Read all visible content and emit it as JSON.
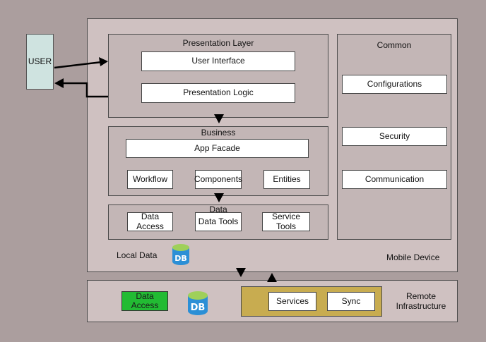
{
  "user": {
    "label": "USER"
  },
  "mobile_device": {
    "label": "Mobile Device",
    "local_data_label": "Local Data",
    "db_label": "DB",
    "presentation": {
      "title": "Presentation Layer",
      "user_interface": "User Interface",
      "presentation_logic": "Presentation Logic"
    },
    "business": {
      "title": "Business",
      "app_facade": "App Facade",
      "workflow": "Workflow",
      "components": "Components",
      "entities": "Entities"
    },
    "data": {
      "title": "Data",
      "data_access": "Data\nAccess",
      "data_tools": "Data Tools",
      "service_tools": "Service\nTools"
    },
    "common": {
      "title": "Common",
      "configurations": "Configurations",
      "security": "Security",
      "communication": "Communication"
    }
  },
  "remote": {
    "label": "Remote\nInfrastructure",
    "data_access": "Data\nAccess",
    "db_label": "DB",
    "services": "Services",
    "sync": "Sync"
  },
  "colors": {
    "background": "#ab9e9e",
    "panel": "#cfc1c1",
    "inner_panel": "#c3b6b6",
    "user_box": "#cfe3e0",
    "data_access_green": "#22bb33",
    "services_gold": "#c8ac50",
    "db_blue": "#2b8fd6",
    "db_top": "#9fd05a"
  },
  "icons": [
    "db-icon",
    "arrow-icon"
  ]
}
